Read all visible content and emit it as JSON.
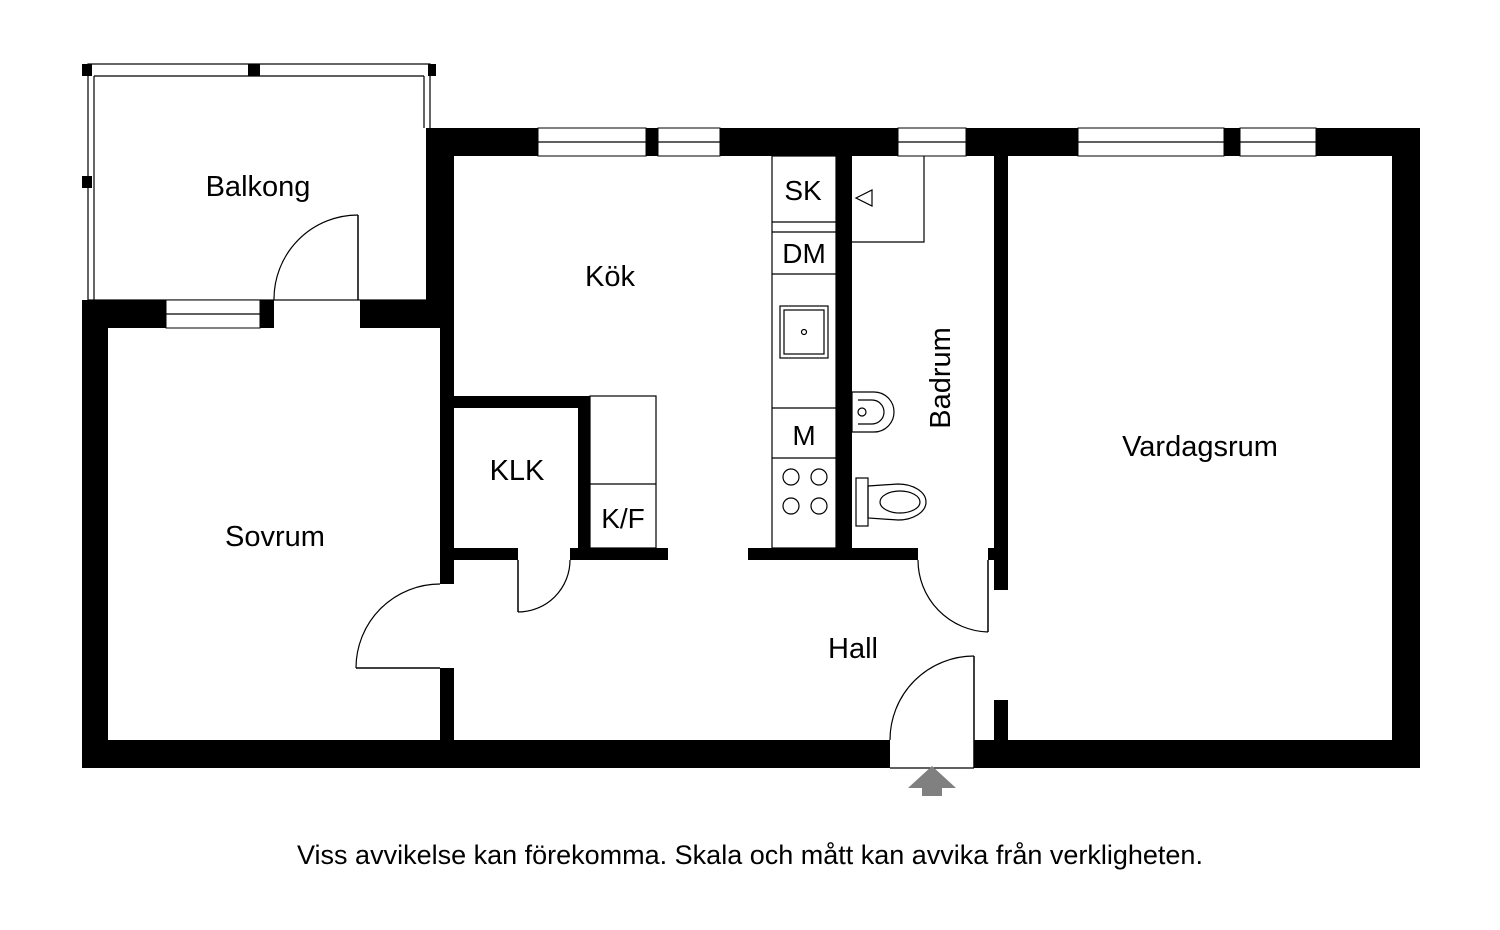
{
  "rooms": {
    "balkong": "Balkong",
    "kok": "Kök",
    "klk": "KLK",
    "sovrum": "Sovrum",
    "hall": "Hall",
    "badrum": "Badrum",
    "vardagsrum": "Vardagsrum"
  },
  "fixtures": {
    "sk": "SK",
    "dm": "DM",
    "m": "M",
    "kf": "K/F"
  },
  "disclaimer": "Viss avvikelse kan förekomma. Skala och mått kan avvika från verkligheten.",
  "colors": {
    "wall": "#000000",
    "entrance_arrow": "#808080",
    "background": "#ffffff"
  }
}
